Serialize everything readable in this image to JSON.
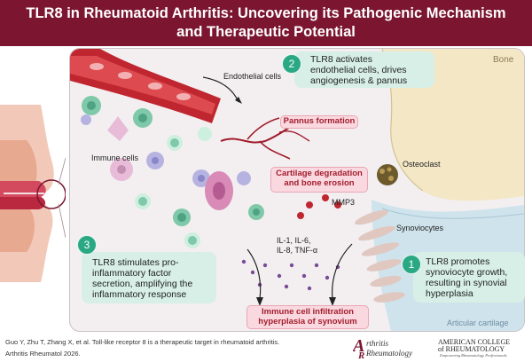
{
  "header": {
    "title_line1": "TLR8 in Rheumatoid Arthritis: Uncovering its Pathogenic Mechanism",
    "title_line2": "and Therapeutic Potential"
  },
  "labels": {
    "endothelial": "Endothelial cells",
    "bone": "Bone",
    "immune": "Immune cells",
    "osteoclast": "Osteoclast",
    "mmp3": "MMP3",
    "synoviocytes": "Synoviocytes",
    "cytokines_line1": "IL-1, IL-6,",
    "cytokines_line2": "IL-8,  TNF-α",
    "articular": "Articular cartilage"
  },
  "callouts": {
    "pannus": "Pannus formation",
    "cartilage_line1": "Cartilage degradation",
    "cartilage_line2": "and bone erosion",
    "infiltration_line1": "Immune cell infiltration",
    "infiltration_line2": "hyperplasia of synovium"
  },
  "steps": [
    {
      "number": "1",
      "line1": "TLR8 promotes",
      "line2": "synoviocyte growth,",
      "line3": "resulting in synovial",
      "line4": "hyperplasia"
    },
    {
      "number": "2",
      "line1": "TLR8 activates",
      "line2": "endothelial cells, drives",
      "line3": "angiogenesis & pannus"
    },
    {
      "number": "3",
      "line1": "TLR8 stimulates pro-",
      "line2": "inflammatory factor",
      "line3": "secretion, amplifying the",
      "line4": "inflammatory response"
    }
  ],
  "footer": {
    "citation_line1": "Guo Y, Zhu T, Zhang X, et al. Toll-like receptor 8 is a therapeutic target in rheumatoid arthritis.",
    "citation_line2": "Arthritis Rheumatol 2026.",
    "journal_logo_top": "rthritis",
    "journal_logo_bottom": "Rheumatology",
    "acr_line1": "AMERICAN COLLEGE",
    "acr_line2": "of RHEUMATOLOGY",
    "acr_tagline": "Empowering Rheumatology Professionals"
  },
  "colors": {
    "title_bg": "#7b1530",
    "accent_green": "#2aa884",
    "callout_red": "#a41c2e"
  }
}
